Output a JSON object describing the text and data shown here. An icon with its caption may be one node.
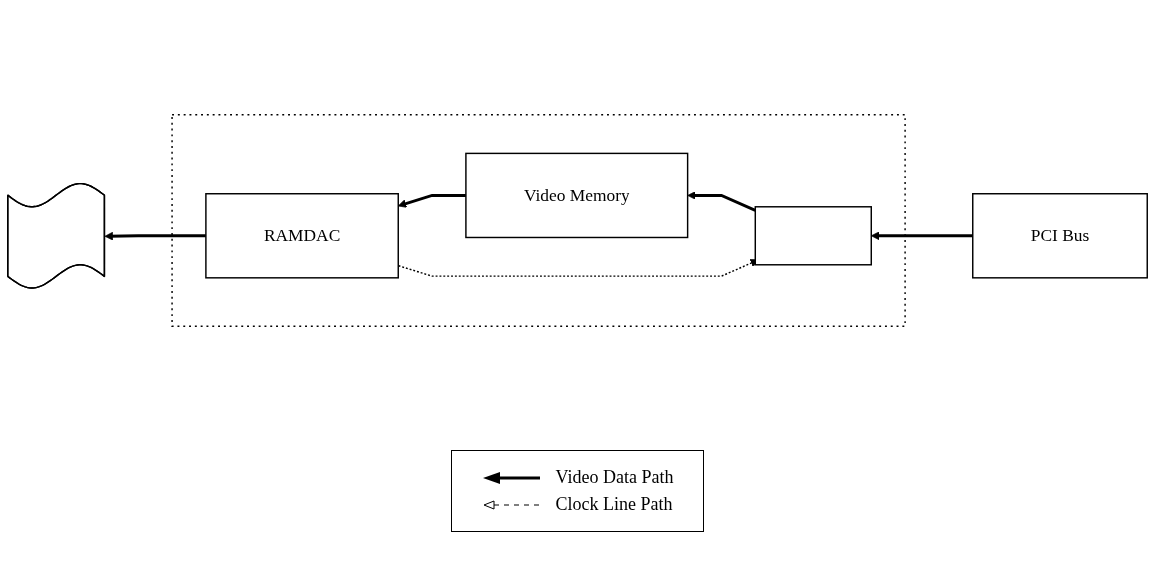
{
  "diagram": {
    "nodes": [
      {
        "text": [],
        "shape": "box"
      },
      {
        "text": [
          "RAMDAC"
        ],
        "in": 0
      },
      {
        "text": [
          "Video Memory"
        ],
        "in": 0
      },
      {
        "text": [],
        "shape": "box",
        "in": 0
      },
      {
        "text": [
          "PCI Bus"
        ]
      },
      {
        "text": [],
        "shape": "wave"
      }
    ],
    "edges": [
      {
        "from": 4,
        "to": 3,
        "arrow": "to"
      },
      {
        "from": 3,
        "to": 2,
        "arrow": "to"
      },
      {
        "from": 2,
        "to": 1,
        "arrow": "to"
      },
      {
        "from": 1,
        "to": 5,
        "arrow": "to"
      },
      {
        "from": 1,
        "to": 3,
        "arrow": "to",
        "style": "dashed"
      }
    ],
    "legend": [
      {
        "text": "Video Data Path"
      },
      {
        "text": "Clock Line Path"
      }
    ]
  }
}
